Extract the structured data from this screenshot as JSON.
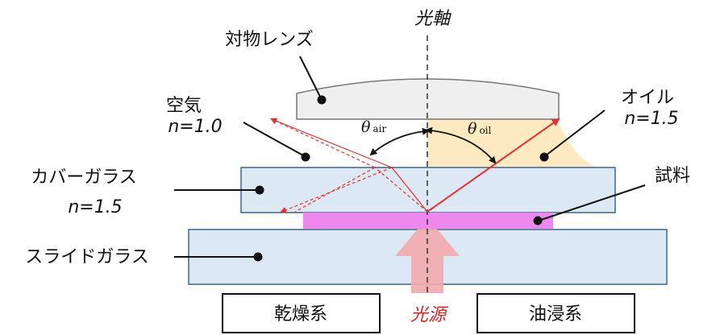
{
  "labels": {
    "optical_axis": "光軸",
    "objective_lens": "対物レンズ",
    "air": "空気",
    "air_n": "n=1.0",
    "oil": "オイル",
    "oil_n": "n=1.5",
    "cover_glass": "カバーガラス",
    "cover_n": "n=1.5",
    "sample": "試料",
    "slide_glass": "スライドガラス",
    "light_source": "光源",
    "theta_air_sym": "θ",
    "theta_air_sub": "air",
    "theta_oil_sym": "θ",
    "theta_oil_sub": "oil"
  },
  "boxes": {
    "dry": "乾燥系",
    "oil_immersion": "油浸系"
  },
  "colors": {
    "lens_fill": "#efefef",
    "glass_fill": "#dde8f5",
    "glass_stroke": "#3d6690",
    "oil_fill": "#fdeac0",
    "sample_fill": "#ee88ee",
    "ray_red": "#e83030",
    "source_arrow": "#f2a8ad",
    "source_text": "#e02020"
  }
}
